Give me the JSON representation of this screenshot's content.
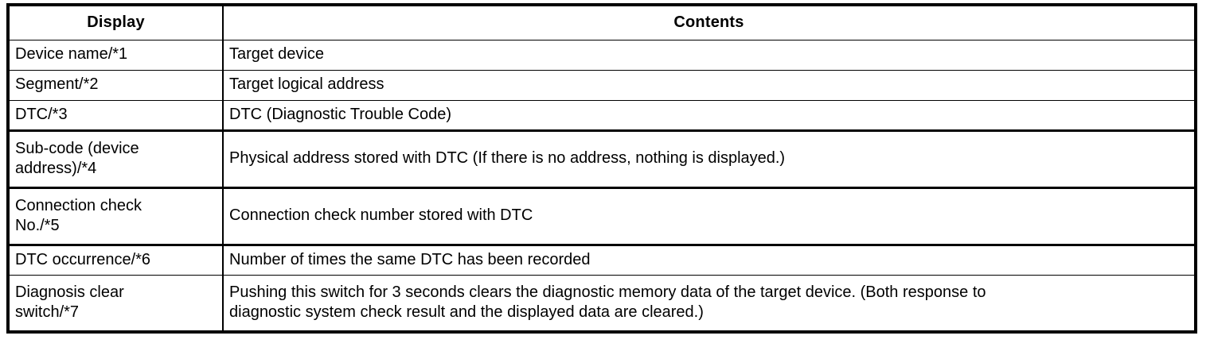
{
  "document": {
    "type": "specification-table",
    "columns": [
      {
        "key": "display",
        "label": "Display",
        "align": "center"
      },
      {
        "key": "contents",
        "label": "Contents",
        "align": "center"
      }
    ],
    "colors": {
      "text": "#000000",
      "background": "#ffffff",
      "border": "#000000"
    },
    "rows": [
      {
        "display": "Device name/*1",
        "contents": "Target device",
        "lines": 1
      },
      {
        "display": "Segment/*2",
        "contents": "Target logical address",
        "lines": 1
      },
      {
        "display": "DTC/*3",
        "contents": "DTC (Diagnostic Trouble Code)",
        "lines": 1
      },
      {
        "display": "Sub-code (device\naddress)/*4",
        "contents": "Physical address stored with DTC (If there is no address, nothing is displayed.)",
        "lines": 2
      },
      {
        "display": "Connection check\nNo./*5",
        "contents": "Connection check number stored with DTC",
        "lines": 2
      },
      {
        "display": "DTC occurrence/*6",
        "contents": "Number of times the same DTC has been recorded",
        "lines": 1
      },
      {
        "display": "Diagnosis clear\nswitch/*7",
        "contents": "Pushing this switch for 3 seconds clears the diagnostic memory data of the target device. (Both response to\ndiagnostic system check result and the displayed data are cleared.)",
        "lines": 2
      }
    ]
  }
}
